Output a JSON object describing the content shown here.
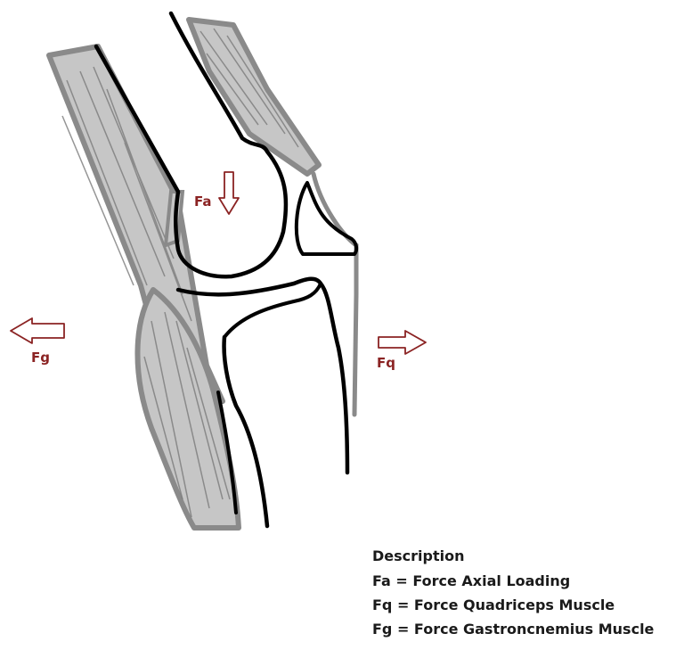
{
  "labels": {
    "fa": "Fa",
    "fq": "Fq",
    "fg": "Fg"
  },
  "legend": {
    "title": "Description",
    "items": [
      "Fa = Force Axial Loading",
      "Fq = Force Quadriceps Muscle",
      "Fg = Force Gastroncnemius Muscle"
    ]
  },
  "colors": {
    "bone_outline": "#000000",
    "muscle_fill": "#c6c6c6",
    "muscle_edge": "#8a8a8a",
    "muscle_fiber": "#7a7a7a",
    "arrow_outline": "#8b2323",
    "label_text": "#8b2323",
    "legend_text": "#1a1a1a"
  }
}
